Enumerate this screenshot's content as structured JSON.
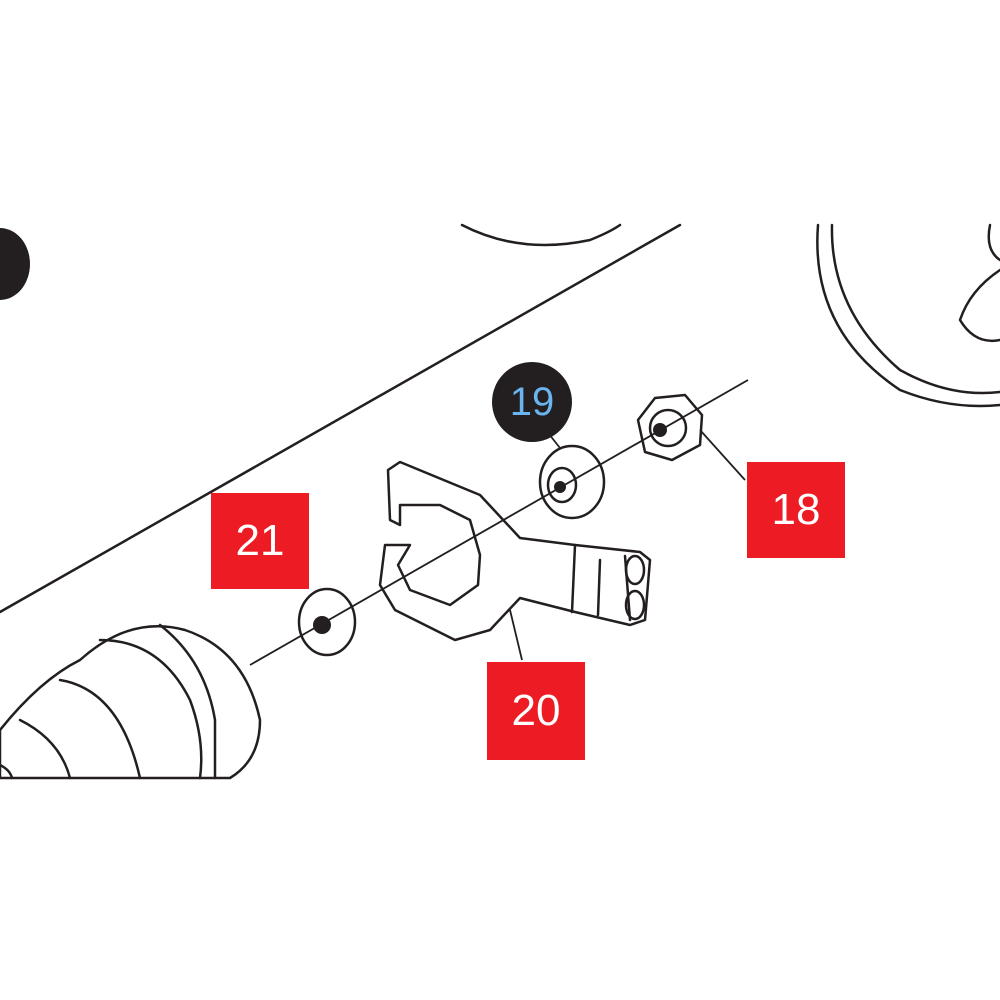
{
  "callouts": {
    "part_18": "18",
    "part_19": "19",
    "part_20": "20",
    "part_21": "21"
  },
  "colors": {
    "tag_red": "#ed1c24",
    "circle_black": "#231f20",
    "circle_text_blue": "#6ab4f0"
  }
}
